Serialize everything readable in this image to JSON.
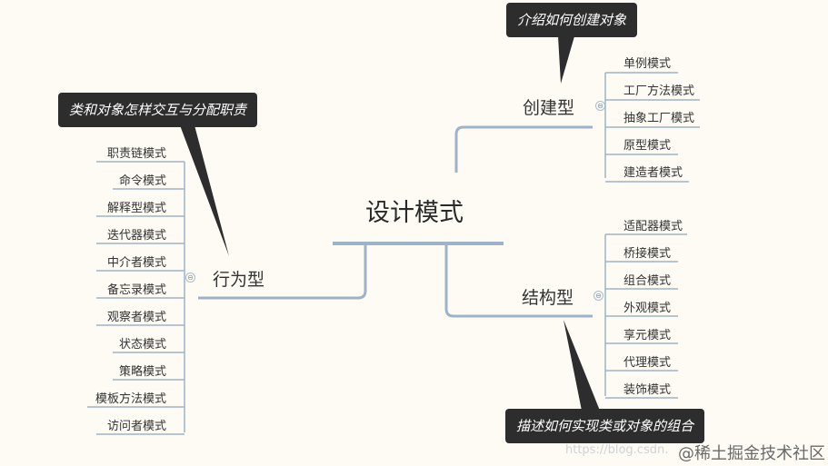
{
  "center": "设计模式",
  "branches": {
    "creational": {
      "label": "创建型",
      "callout": "介绍如何创建对象",
      "items": [
        "单例模式",
        "工厂方法模式",
        "抽象工厂模式",
        "原型模式",
        "建造者模式"
      ]
    },
    "structural": {
      "label": "结构型",
      "callout": "描述如何实现类或对象的组合",
      "items": [
        "适配器模式",
        "桥接模式",
        "组合模式",
        "外观模式",
        "享元模式",
        "代理模式",
        "装饰模式"
      ]
    },
    "behavioral": {
      "label": "行为型",
      "callout": "类和对象怎样交互与分配职责",
      "items": [
        "职责链模式",
        "命令模式",
        "解释型模式",
        "迭代器模式",
        "中介者模式",
        "备忘录模式",
        "观察者模式",
        "状态模式",
        "策略模式",
        "模板方法模式",
        "访问者模式"
      ]
    }
  },
  "collapse_symbol": "⊖",
  "watermark": {
    "url": "https://blog.csdn.",
    "brand": "@稀土掘金技术社区"
  },
  "colors": {
    "line": "#9fb3c8",
    "callout_bg": "#2d2d2d"
  }
}
